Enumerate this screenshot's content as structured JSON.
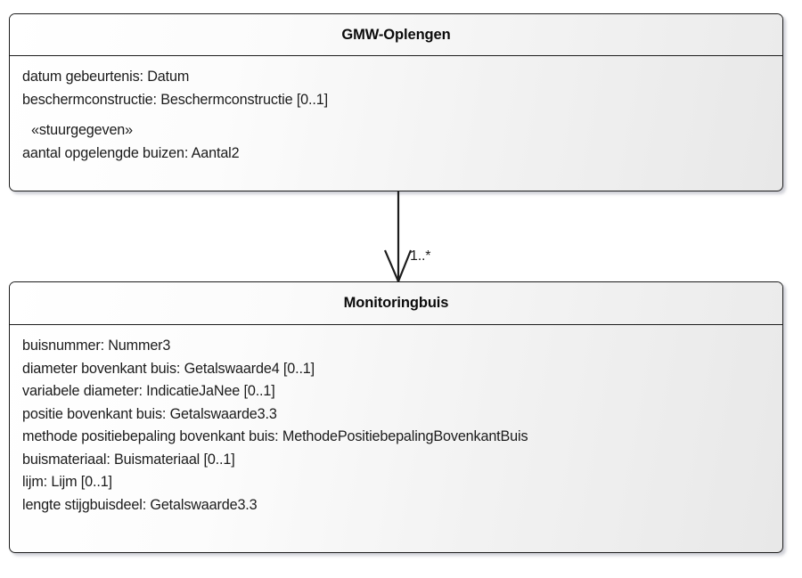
{
  "diagram": {
    "type": "uml-class-diagram",
    "background_color": "#ffffff",
    "line_color": "#1c1c1c",
    "text_color": "#1b1b1b"
  },
  "classes": [
    {
      "id": "gmw-oplengen",
      "name": "GMW-Oplengen",
      "attributes": [
        {
          "text": "datum gebeurtenis: Datum",
          "stereotype": false
        },
        {
          "text": "beschermconstructie: Beschermconstructie [0..1]",
          "stereotype": false
        },
        {
          "text": "«stuurgegeven»",
          "stereotype": true
        },
        {
          "text": "aantal opgelengde buizen: Aantal2",
          "stereotype": false
        }
      ]
    },
    {
      "id": "monitoringbuis",
      "name": "Monitoringbuis",
      "attributes": [
        {
          "text": "buisnummer: Nummer3",
          "stereotype": false
        },
        {
          "text": "diameter bovenkant buis: Getalswaarde4 [0..1]",
          "stereotype": false
        },
        {
          "text": "variabele diameter: IndicatieJaNee [0..1]",
          "stereotype": false
        },
        {
          "text": "positie bovenkant buis: Getalswaarde3.3",
          "stereotype": false
        },
        {
          "text": "methode positiebepaling bovenkant buis: MethodePositiebepalingBovenkantBuis",
          "stereotype": false
        },
        {
          "text": "buismateriaal: Buismateriaal [0..1]",
          "stereotype": false
        },
        {
          "text": "lijm: Lijm [0..1]",
          "stereotype": false
        },
        {
          "text": "lengte stijgbuisdeel: Getalswaarde3.3",
          "stereotype": false
        }
      ]
    }
  ],
  "association": {
    "source": "GMW-Oplengen",
    "target": "Monitoringbuis",
    "target_multiplicity": "1..*",
    "arrow_style": "open-arrowhead"
  }
}
